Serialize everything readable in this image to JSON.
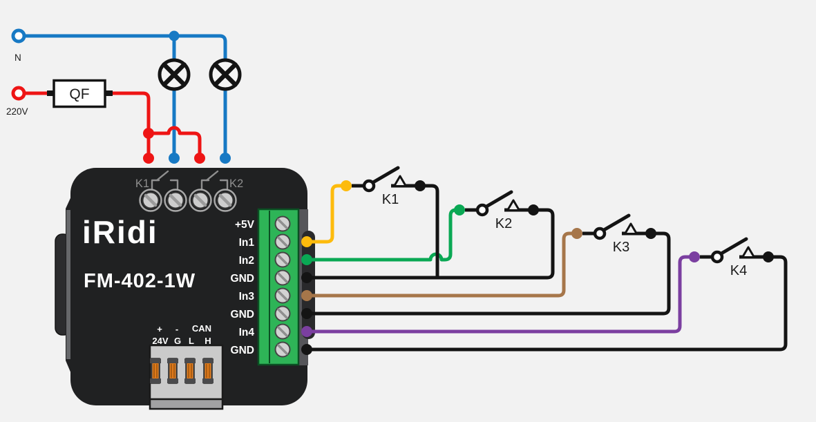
{
  "colors": {
    "background": "#f2f2f2",
    "wire_blue": "#1779c4",
    "wire_red": "#ee1515",
    "wire_yellow": "#fdbb0d",
    "wire_green": "#0aa854",
    "wire_brown": "#a6764a",
    "wire_purple": "#7b3fa0",
    "wire_black": "#141414",
    "device_body": "#202122",
    "terminal_green": "#2eb457"
  },
  "power": {
    "neutral_label": "N",
    "line_label": "220V",
    "breaker_label": "QF"
  },
  "device": {
    "brand": "iRidi",
    "model": "FM-402-1W",
    "relay_labels": {
      "k1": "K1",
      "k2": "K2"
    },
    "input_terminals": [
      "+5V",
      "In1",
      "In2",
      "GND",
      "In3",
      "GND",
      "In4",
      "GND"
    ],
    "bus_labels": {
      "plus": "+",
      "minus": "-",
      "can": "CAN",
      "v24": "24V",
      "g": "G",
      "l": "L",
      "h": "H"
    }
  },
  "switches": [
    {
      "label": "K1",
      "wire_color": "yellow"
    },
    {
      "label": "K2",
      "wire_color": "green"
    },
    {
      "label": "K3",
      "wire_color": "brown"
    },
    {
      "label": "K4",
      "wire_color": "purple"
    }
  ]
}
